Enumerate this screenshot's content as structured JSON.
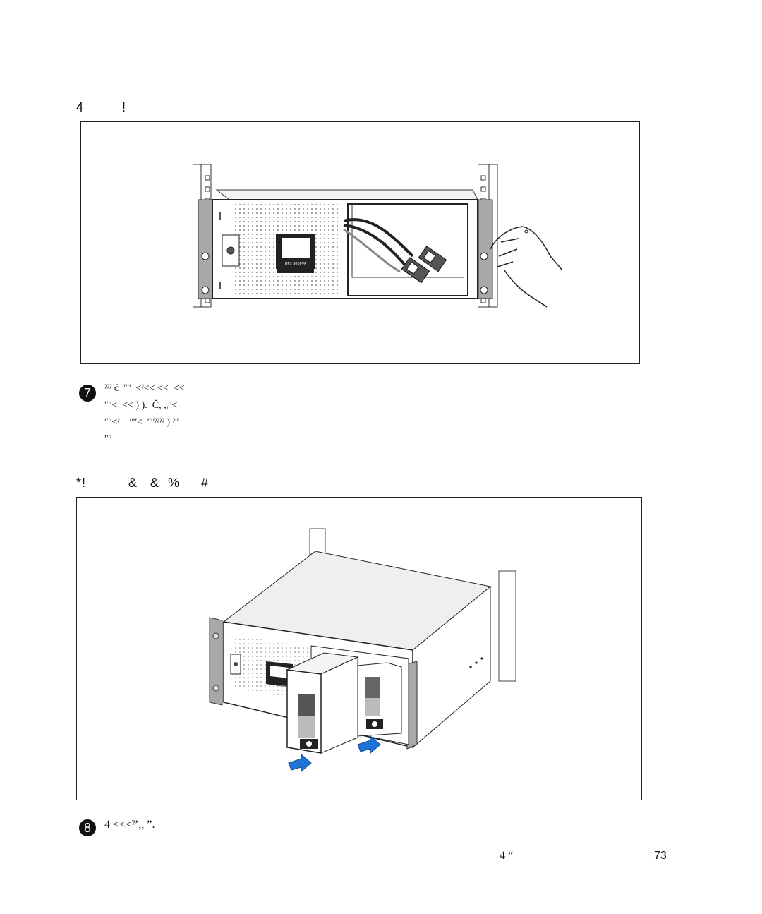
{
  "figure1": {
    "caption": "4         !",
    "ups_label": "UPS 3000VA"
  },
  "step7": {
    "number": "7",
    "lines": [
      "ˀˀˀ ć  ʺʺ  ˂ˀ˂˂ ˂˂  ˂˂",
      "ʺʺ˂  ˂˂ ) ).  Č, „ʺ˂",
      "ʺʺ˂ˀ    ʺʺ˂  ʺʺˀˀˀˀ ) ˀʺ",
      "ʺʺ"
    ]
  },
  "figure2": {
    "caption": "*!          &   &  %     #",
    "ups_label": "UPS 3000VA"
  },
  "step8": {
    "number": "8",
    "text": "4 ˂˂˂ˀʼ,, ”."
  },
  "footer": {
    "left_text": "4 “",
    "page_number": "73"
  }
}
